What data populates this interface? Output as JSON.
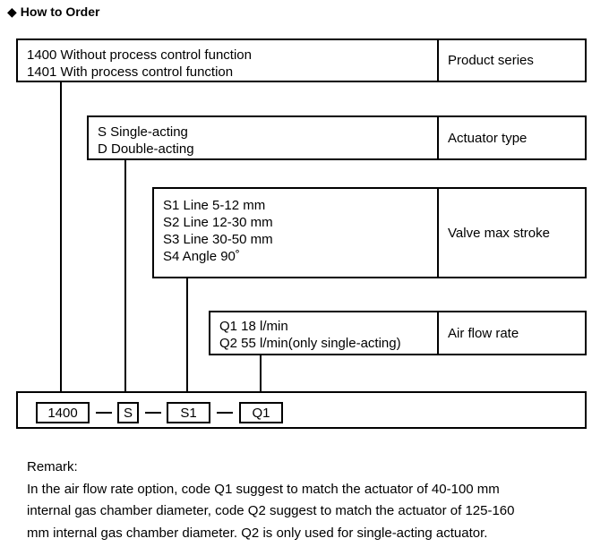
{
  "heading": {
    "text": "How to Order",
    "symbol": "◆"
  },
  "rows": [
    {
      "options": [
        "1400  Without process control function",
        "1401  With process control function"
      ],
      "label": "Product series"
    },
    {
      "options": [
        "S  Single-acting",
        "D  Double-acting"
      ],
      "label": "Actuator type"
    },
    {
      "options": [
        "S1  Line 5-12   mm",
        "S2  Line 12-30 mm",
        "S3  Line 30-50 mm",
        "S4  Angle 90˚"
      ],
      "label": "Valve max stroke"
    },
    {
      "options": [
        "Q1  18 l/min",
        "Q2  55 l/min(only single-acting)"
      ],
      "label": "Air flow rate"
    }
  ],
  "codes": [
    "1400",
    "S",
    "S1",
    "Q1"
  ],
  "remark": {
    "title": "Remark:",
    "lines": [
      "In the air flow rate option, code Q1 suggest to match the actuator of 40-100 mm",
      "internal gas chamber diameter, code Q2 suggest to match the actuator of 125-160",
      "mm internal gas chamber diameter. Q2 is only used for single-acting actuator."
    ]
  }
}
